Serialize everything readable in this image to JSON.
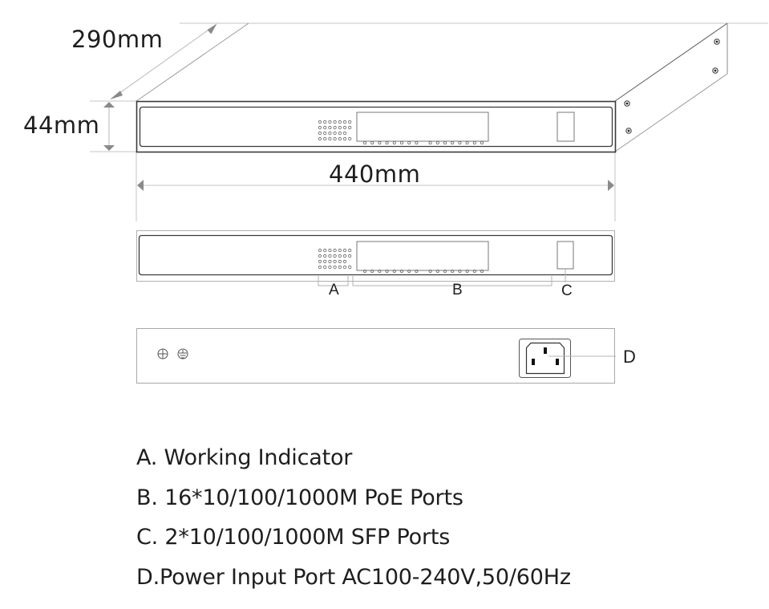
{
  "dimensions": {
    "depth": "290mm",
    "height": "44mm",
    "width": "440mm"
  },
  "callouts": {
    "a": "A",
    "b": "B",
    "c": "C",
    "d": "D"
  },
  "legend": {
    "items": [
      {
        "key": "A",
        "label": "A. Working Indicator"
      },
      {
        "key": "B",
        "label": "B. 16*10/100/1000M PoE Ports"
      },
      {
        "key": "C",
        "label": "C. 2*10/100/1000M SFP Ports"
      },
      {
        "key": "D",
        "label": "D.Power Input Port AC100-240V,50/60Hz"
      }
    ]
  },
  "device": {
    "poe_port_count": 16,
    "sfp_port_count": 2,
    "indicator_rows": [
      7,
      7,
      6,
      7
    ]
  },
  "colors": {
    "line_dark": "#3a3a3a",
    "line_light": "#b5b5b5",
    "arrow": "#8a8a8a",
    "text": "#1e1e1e"
  }
}
